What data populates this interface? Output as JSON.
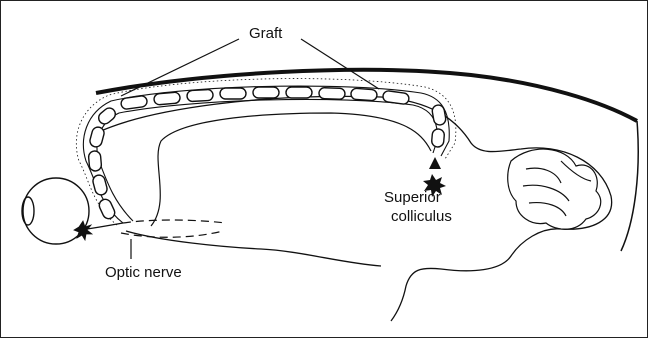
{
  "labels": {
    "graft": "Graft",
    "superior_colliculus_line1": "Superior",
    "superior_colliculus_line2": "colliculus",
    "optic_nerve": "Optic nerve"
  },
  "colors": {
    "ink": "#111111",
    "background": "#ffffff"
  }
}
